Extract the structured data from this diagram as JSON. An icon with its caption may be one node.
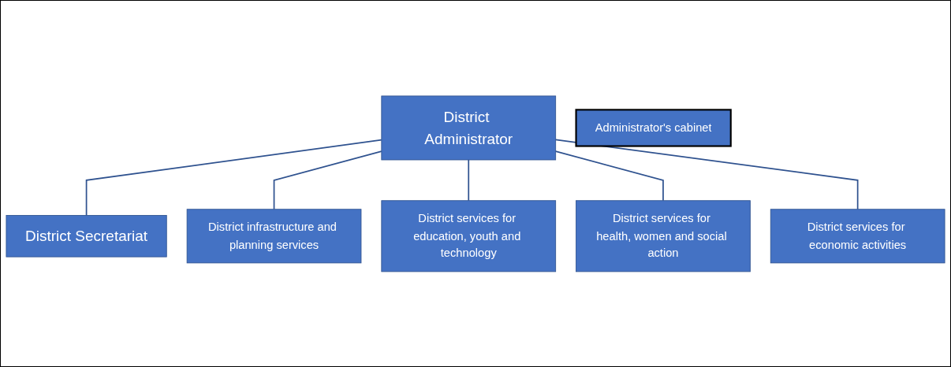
{
  "diagram": {
    "nodes": [
      {
        "text": [
          "District Administrator"
        ]
      },
      {
        "text": [
          "Administrator's cabinet"
        ]
      },
      {
        "text": [
          "District Secretariat"
        ]
      },
      {
        "text": [
          "District infrastructure and planning services"
        ]
      },
      {
        "text": [
          "District services for education, youth and technology"
        ]
      },
      {
        "text": [
          "District services for health, women and social action"
        ]
      },
      {
        "text": [
          "District services for economic activities"
        ]
      }
    ],
    "edges": [
      {
        "from": 0,
        "to": 2,
        "arrow": "none"
      },
      {
        "from": 0,
        "to": 3,
        "arrow": "none"
      },
      {
        "from": 0,
        "to": 4,
        "arrow": "none"
      },
      {
        "from": 0,
        "to": 5,
        "arrow": "none"
      },
      {
        "from": 0,
        "to": 6,
        "arrow": "none"
      }
    ]
  }
}
